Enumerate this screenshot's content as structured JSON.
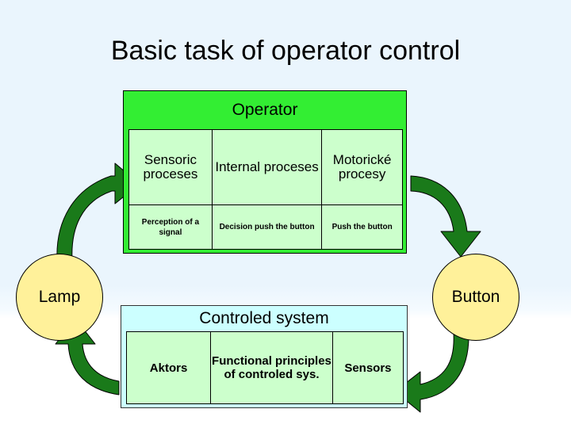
{
  "slide": {
    "title": "Basic task of operator control",
    "background_top": "#eaf5fd",
    "background_bottom": "#ffffff"
  },
  "operator_table": {
    "header": "Operator",
    "header_color": "#33ee33",
    "cell_color": "#ccffcc",
    "row1": [
      "Sensoric proceses",
      "Internal proceses",
      "Motorické procesy"
    ],
    "row2": [
      "Perception of a signal",
      "Decision push the button",
      "Push the button"
    ]
  },
  "controled_system_table": {
    "header": "Controled system",
    "header_color": "#ccffff",
    "cell_color": "#ccffcc",
    "cells": [
      "Aktors",
      "Functional principles of controled sys.",
      "Sensors"
    ]
  },
  "nodes": {
    "lamp": "Lamp",
    "button": "Button",
    "fill_color": "#fff19a"
  },
  "arrows": {
    "color": "#1a7a1a",
    "items": [
      {
        "name": "lamp-to-operator",
        "direction": "up-right"
      },
      {
        "name": "operator-to-button",
        "direction": "down"
      },
      {
        "name": "button-to-controled-system",
        "direction": "down-left"
      },
      {
        "name": "controled-system-to-lamp",
        "direction": "up-left"
      }
    ]
  }
}
